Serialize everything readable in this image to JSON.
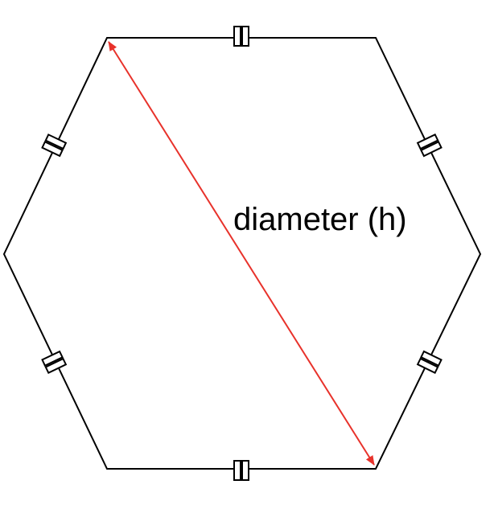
{
  "diagram": {
    "diameter_label": "diameter (h)",
    "shape": "regular-hexagon",
    "tick_marks_per_side": 2,
    "colors": {
      "outline": "#000000",
      "diameter_arrow": "#e8322b",
      "background": "#ffffff"
    }
  }
}
